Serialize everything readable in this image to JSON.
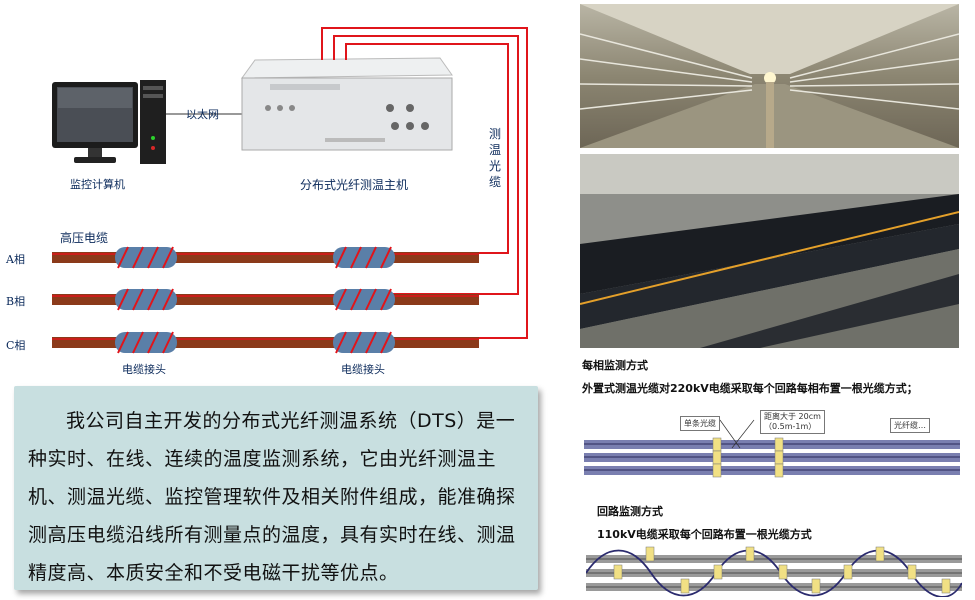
{
  "diagram": {
    "computer_label": "监控计算机",
    "ethernet_label": "以太网",
    "host_label": "分布式光纤测温主机",
    "fiber_label": "测温光缆",
    "cable_label": "高压电缆",
    "phases": [
      "A相",
      "B相",
      "C相"
    ],
    "joint_label": "电缆接头"
  },
  "description": "我公司自主开发的分布式光纤测温系统（DTS）是一种实时、在线、连续的温度监测系统，它由光纤测温主机、测温光缆、监控管理软件及相关附件组成，能准确探测高压电缆沿线所有测量点的温度，具有实时在线、测温精度高、本质安全和不受电磁干扰等优点。",
  "methods": {
    "per_phase_title": "每相监测方式",
    "per_phase_subtitle": "外置式测温光缆对220kV电缆采取每个回路每相布置一根光缆方式；",
    "per_phase_ann_single": "单条光缆",
    "per_phase_ann_distance": "距离大于 20cm",
    "per_phase_ann_distance2": "（0.5m-1m）",
    "per_phase_ann_fiber": "光纤缆…",
    "loop_title": "回路监测方式",
    "loop_subtitle": "110kV电缆采取每个回路布置一根光缆方式"
  },
  "colors": {
    "fiber": "#e0151b",
    "cable": "#8b3a1a",
    "joint": "#5a7fa8",
    "textbox": "#c8dfe0"
  }
}
